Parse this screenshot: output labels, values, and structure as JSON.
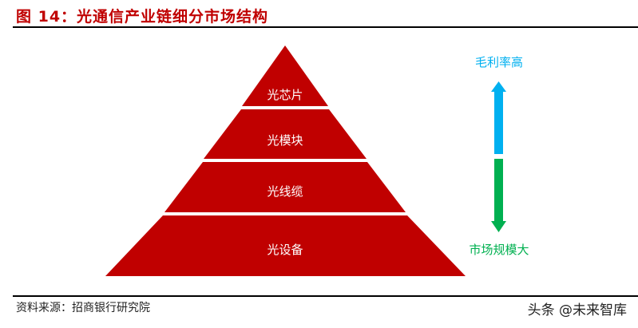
{
  "header": {
    "title": "图 14：光通信产业链细分市场结构"
  },
  "pyramid": {
    "color": "#c00000",
    "layers": [
      {
        "label": "光芯片"
      },
      {
        "label": "光模块"
      },
      {
        "label": "光线缆"
      },
      {
        "label": "光设备"
      }
    ]
  },
  "indicator": {
    "top_label": "毛利率高",
    "top_color": "#00b0f0",
    "bottom_label": "市场规模大",
    "bottom_color": "#00b050"
  },
  "footer": {
    "source": "资料来源：招商银行研究院",
    "watermark": "头条 @未来智库"
  }
}
